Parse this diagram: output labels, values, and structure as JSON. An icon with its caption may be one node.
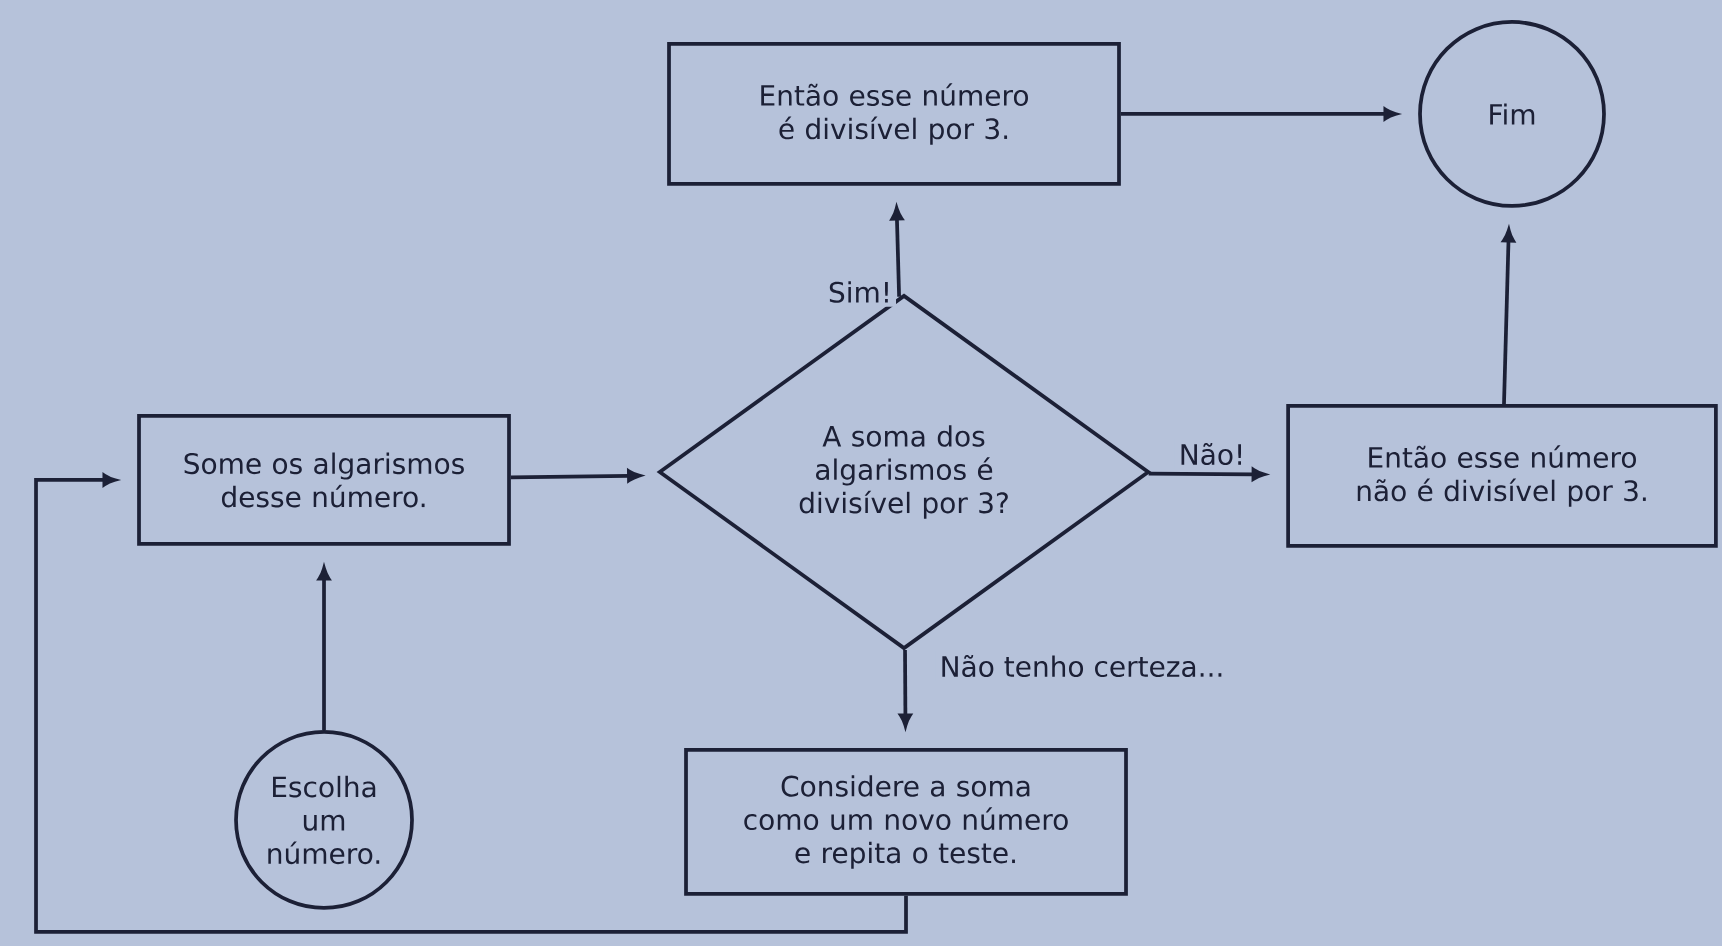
{
  "diagram": {
    "nodes": [
      {
        "text": [
          "Some os algarismos desse número."
        ]
      },
      {
        "text": [
          "A soma dos algarismos é divisível por 3?"
        ]
      },
      {
        "text": [
          "Então esse número é divisível por 3."
        ]
      },
      {
        "text": [
          "Fim"
        ]
      },
      {
        "text": [
          "Então esse número não é divisível por 3."
        ]
      },
      {
        "text": [
          "Escolha um número."
        ]
      },
      {
        "text": [
          "Considere a soma como um novo número e repita o teste."
        ]
      }
    ],
    "edges": [
      {
        "from": 5,
        "to": 0,
        "arrow": "to"
      },
      {
        "from": 0,
        "to": 1,
        "arrow": "to"
      },
      {
        "from": 1,
        "to": 2,
        "arrow": "to",
        "label": "Sim!"
      },
      {
        "from": 1,
        "to": 4,
        "arrow": "to",
        "label": "Não!"
      },
      {
        "from": 2,
        "to": 3,
        "arrow": "to"
      },
      {
        "from": 4,
        "to": 3,
        "arrow": "to"
      },
      {
        "from": 1,
        "to": 6,
        "arrow": "to",
        "label": "Não tenho certeza..."
      },
      {
        "from": 6,
        "to": 0,
        "arrow": "to"
      }
    ]
  }
}
